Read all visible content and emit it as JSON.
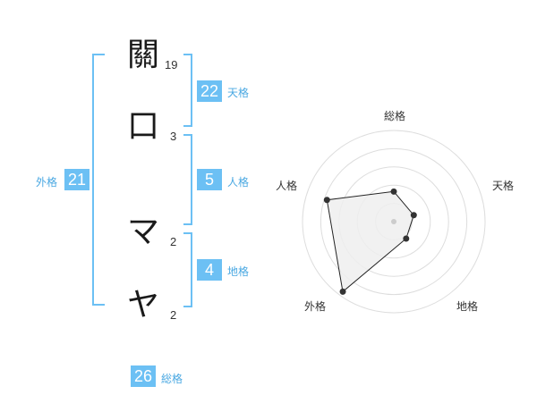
{
  "name": {
    "characters": [
      {
        "char": "關",
        "strokes": "19"
      },
      {
        "char": "口",
        "strokes": "3"
      },
      {
        "char": "マ",
        "strokes": "2"
      },
      {
        "char": "ヤ",
        "strokes": "2"
      }
    ]
  },
  "grids": {
    "tenkaku": {
      "value": "22",
      "label": "天格"
    },
    "jinkaku": {
      "value": "5",
      "label": "人格"
    },
    "chikaku": {
      "value": "4",
      "label": "地格"
    },
    "gaikaku": {
      "value": "21",
      "label": "外格"
    },
    "soukaku": {
      "value": "26",
      "label": "総格"
    }
  },
  "radar": {
    "axes": [
      "総格",
      "天格",
      "地格",
      "外格",
      "人格"
    ],
    "values": [
      0.33,
      0.23,
      0.23,
      0.95,
      0.77
    ],
    "fill_color": "#eeeeee",
    "line_color": "#222222",
    "ring_color": "#dddddd"
  },
  "colors": {
    "accent": "#6cc0f4"
  }
}
